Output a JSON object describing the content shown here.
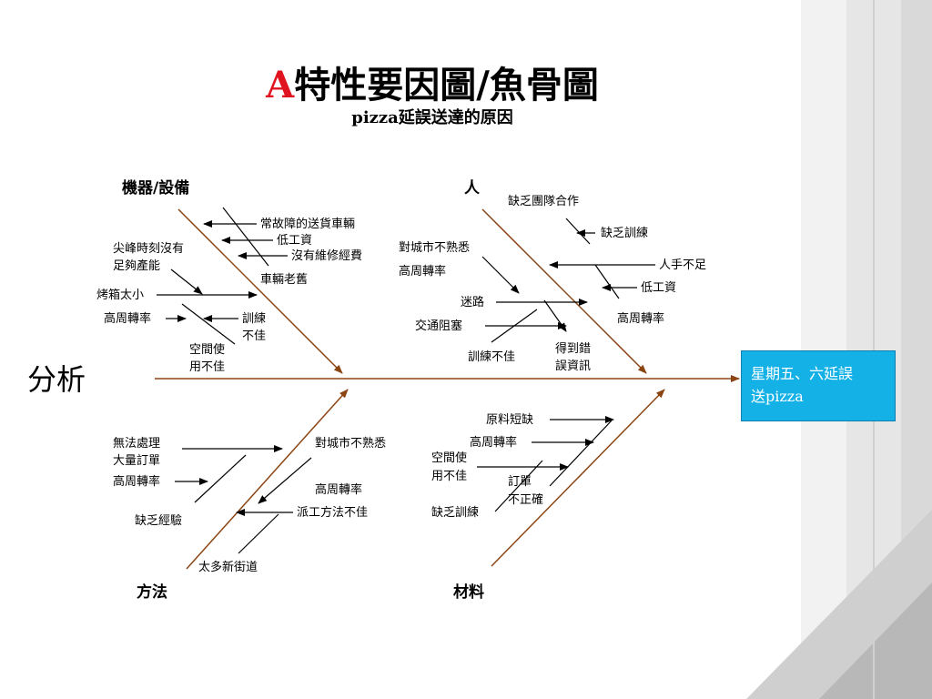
{
  "title": {
    "prefix": "A",
    "main": "特性要因圖/魚骨圖"
  },
  "subtitle": "pizza延誤送達的原因",
  "analysis_label": "分析",
  "result": {
    "line1": "星期五、六延誤",
    "line2": "送pizza"
  },
  "categories": {
    "machine": "機器/設備",
    "people": "人",
    "method": "方法",
    "material": "材料"
  },
  "machine_causes": {
    "frequent_breakdown": "常故障的送貨車輛",
    "low_wage": "低工資",
    "no_maintenance_budget": "沒有維修經費",
    "old_vehicles": "車輛老舊",
    "peak_capacity_1": "尖峰時刻沒有",
    "peak_capacity_2": "足夠產能",
    "oven_small": "烤箱太小",
    "high_turnover": "高周轉率",
    "training_1": "訓練",
    "training_2": "不佳",
    "space_1": "空間使",
    "space_2": "用不佳"
  },
  "people_causes": {
    "lack_teamwork": "缺乏團隊合作",
    "lack_training": "缺乏訓練",
    "understaffed": "人手不足",
    "low_wage": "低工資",
    "high_turnover_right": "高周轉率",
    "unfamiliar_city": "對城市不熟悉",
    "high_turnover_left": "高周轉率",
    "lost": "迷路",
    "traffic_jam": "交通阻塞",
    "poor_training": "訓練不佳",
    "wrong_info_1": "得到錯",
    "wrong_info_2": "誤資訊"
  },
  "method_causes": {
    "cannot_handle_1": "無法處理",
    "cannot_handle_2": "大量訂單",
    "high_turnover_left": "高周轉率",
    "lack_experience": "缺乏經驗",
    "unfamiliar_city": "對城市不熟悉",
    "high_turnover_right": "高周轉率",
    "poor_dispatch": "派工方法不佳",
    "too_many_streets": "太多新街道"
  },
  "material_causes": {
    "raw_shortage": "原料短缺",
    "high_turnover": "高周轉率",
    "space_1": "空間使",
    "space_2": "用不佳",
    "incorrect_order_1": "訂單",
    "incorrect_order_2": "不正確",
    "lack_training": "缺乏訓練"
  },
  "colors": {
    "title_prefix": "#e0141e",
    "result_box": "#14b1e7",
    "spine": "#8b4513",
    "arrows": "#000000"
  }
}
